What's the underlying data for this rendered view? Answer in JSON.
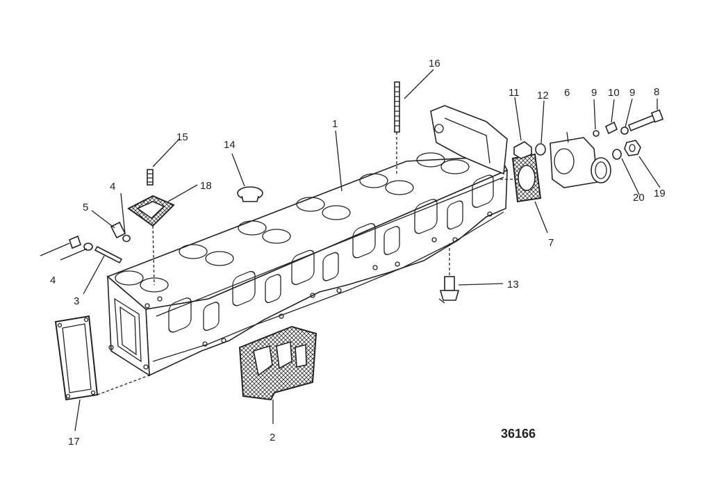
{
  "diagram": {
    "figure_number": "36166",
    "callouts": [
      {
        "id": "c1",
        "text": "1"
      },
      {
        "id": "c2",
        "text": "2"
      },
      {
        "id": "c3",
        "text": "3"
      },
      {
        "id": "c4a",
        "text": "4"
      },
      {
        "id": "c4b",
        "text": "4"
      },
      {
        "id": "c5",
        "text": "5"
      },
      {
        "id": "c6",
        "text": "6"
      },
      {
        "id": "c7",
        "text": "7"
      },
      {
        "id": "c8",
        "text": "8"
      },
      {
        "id": "c9a",
        "text": "9"
      },
      {
        "id": "c9b",
        "text": "9"
      },
      {
        "id": "c10",
        "text": "10"
      },
      {
        "id": "c11",
        "text": "11"
      },
      {
        "id": "c12",
        "text": "12"
      },
      {
        "id": "c13",
        "text": "13"
      },
      {
        "id": "c14",
        "text": "14"
      },
      {
        "id": "c15",
        "text": "15"
      },
      {
        "id": "c16",
        "text": "16"
      },
      {
        "id": "c17",
        "text": "17"
      },
      {
        "id": "c18",
        "text": "18"
      },
      {
        "id": "c19",
        "text": "19"
      },
      {
        "id": "c20",
        "text": "20"
      }
    ]
  }
}
